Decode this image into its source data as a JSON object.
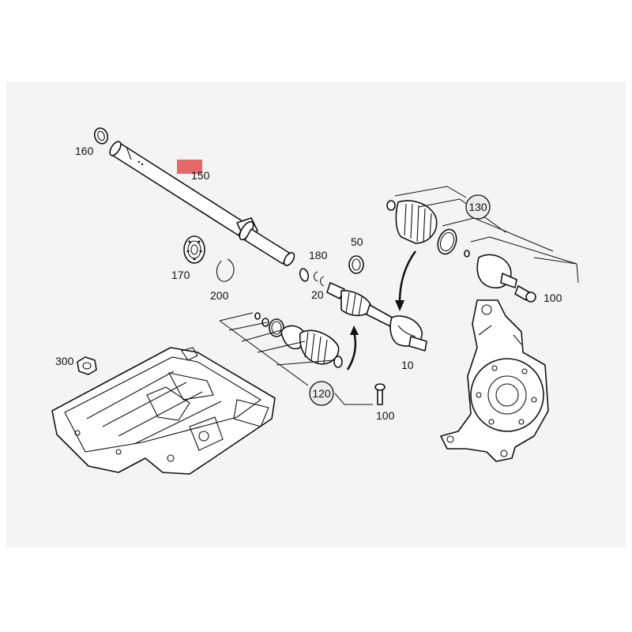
{
  "diagram": {
    "highlight_color": "#e46a6a",
    "labels": {
      "p160": "160",
      "p150": "150",
      "p170": "170",
      "p200": "200",
      "p180": "180",
      "p20": "20",
      "p50": "50",
      "p130": "130",
      "p100a": "100",
      "p10": "10",
      "p120": "120",
      "p100b": "100",
      "p300": "300"
    }
  }
}
